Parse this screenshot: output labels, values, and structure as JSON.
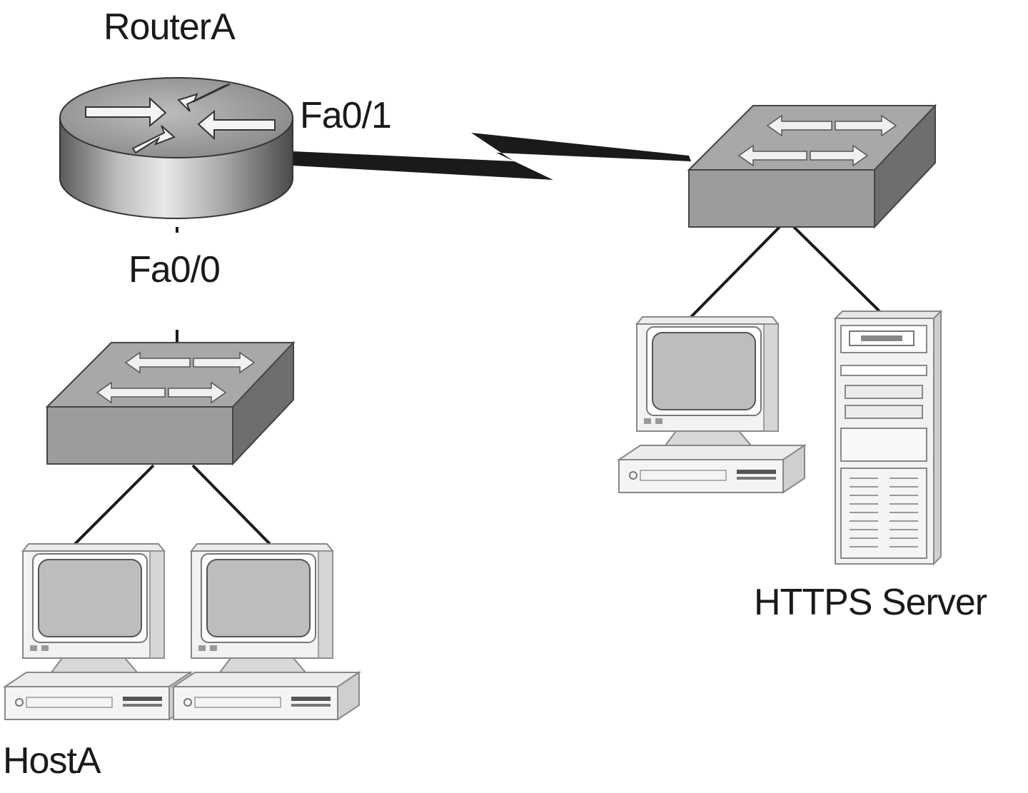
{
  "labels": {
    "router": "RouterA",
    "router_fa01": "Fa0/1",
    "router_fa00": "Fa0/0",
    "https_server": "HTTPS Server",
    "host_a": "HostA"
  },
  "nodes": [
    {
      "id": "router-a",
      "kind": "router",
      "label": "RouterA"
    },
    {
      "id": "switch-left",
      "kind": "switch"
    },
    {
      "id": "switch-right",
      "kind": "switch"
    },
    {
      "id": "host-a",
      "kind": "pc",
      "label": "HostA"
    },
    {
      "id": "pc-left-2",
      "kind": "pc"
    },
    {
      "id": "pc-right",
      "kind": "pc"
    },
    {
      "id": "https-server",
      "kind": "server",
      "label": "HTTPS Server"
    }
  ],
  "links": [
    {
      "from": "router-a",
      "to": "switch-right",
      "type": "serial",
      "from_interface": "Fa0/1"
    },
    {
      "from": "router-a",
      "to": "switch-left",
      "type": "ethernet",
      "from_interface": "Fa0/0"
    },
    {
      "from": "switch-left",
      "to": "host-a",
      "type": "ethernet"
    },
    {
      "from": "switch-left",
      "to": "pc-left-2",
      "type": "ethernet"
    },
    {
      "from": "switch-right",
      "to": "pc-right",
      "type": "ethernet"
    },
    {
      "from": "switch-right",
      "to": "https-server",
      "type": "ethernet"
    }
  ],
  "colors": {
    "ink": "#1a1a1a",
    "device_gray": "#9a9a9a",
    "device_dark": "#6e6e6e",
    "device_light": "#d8d8d8"
  }
}
